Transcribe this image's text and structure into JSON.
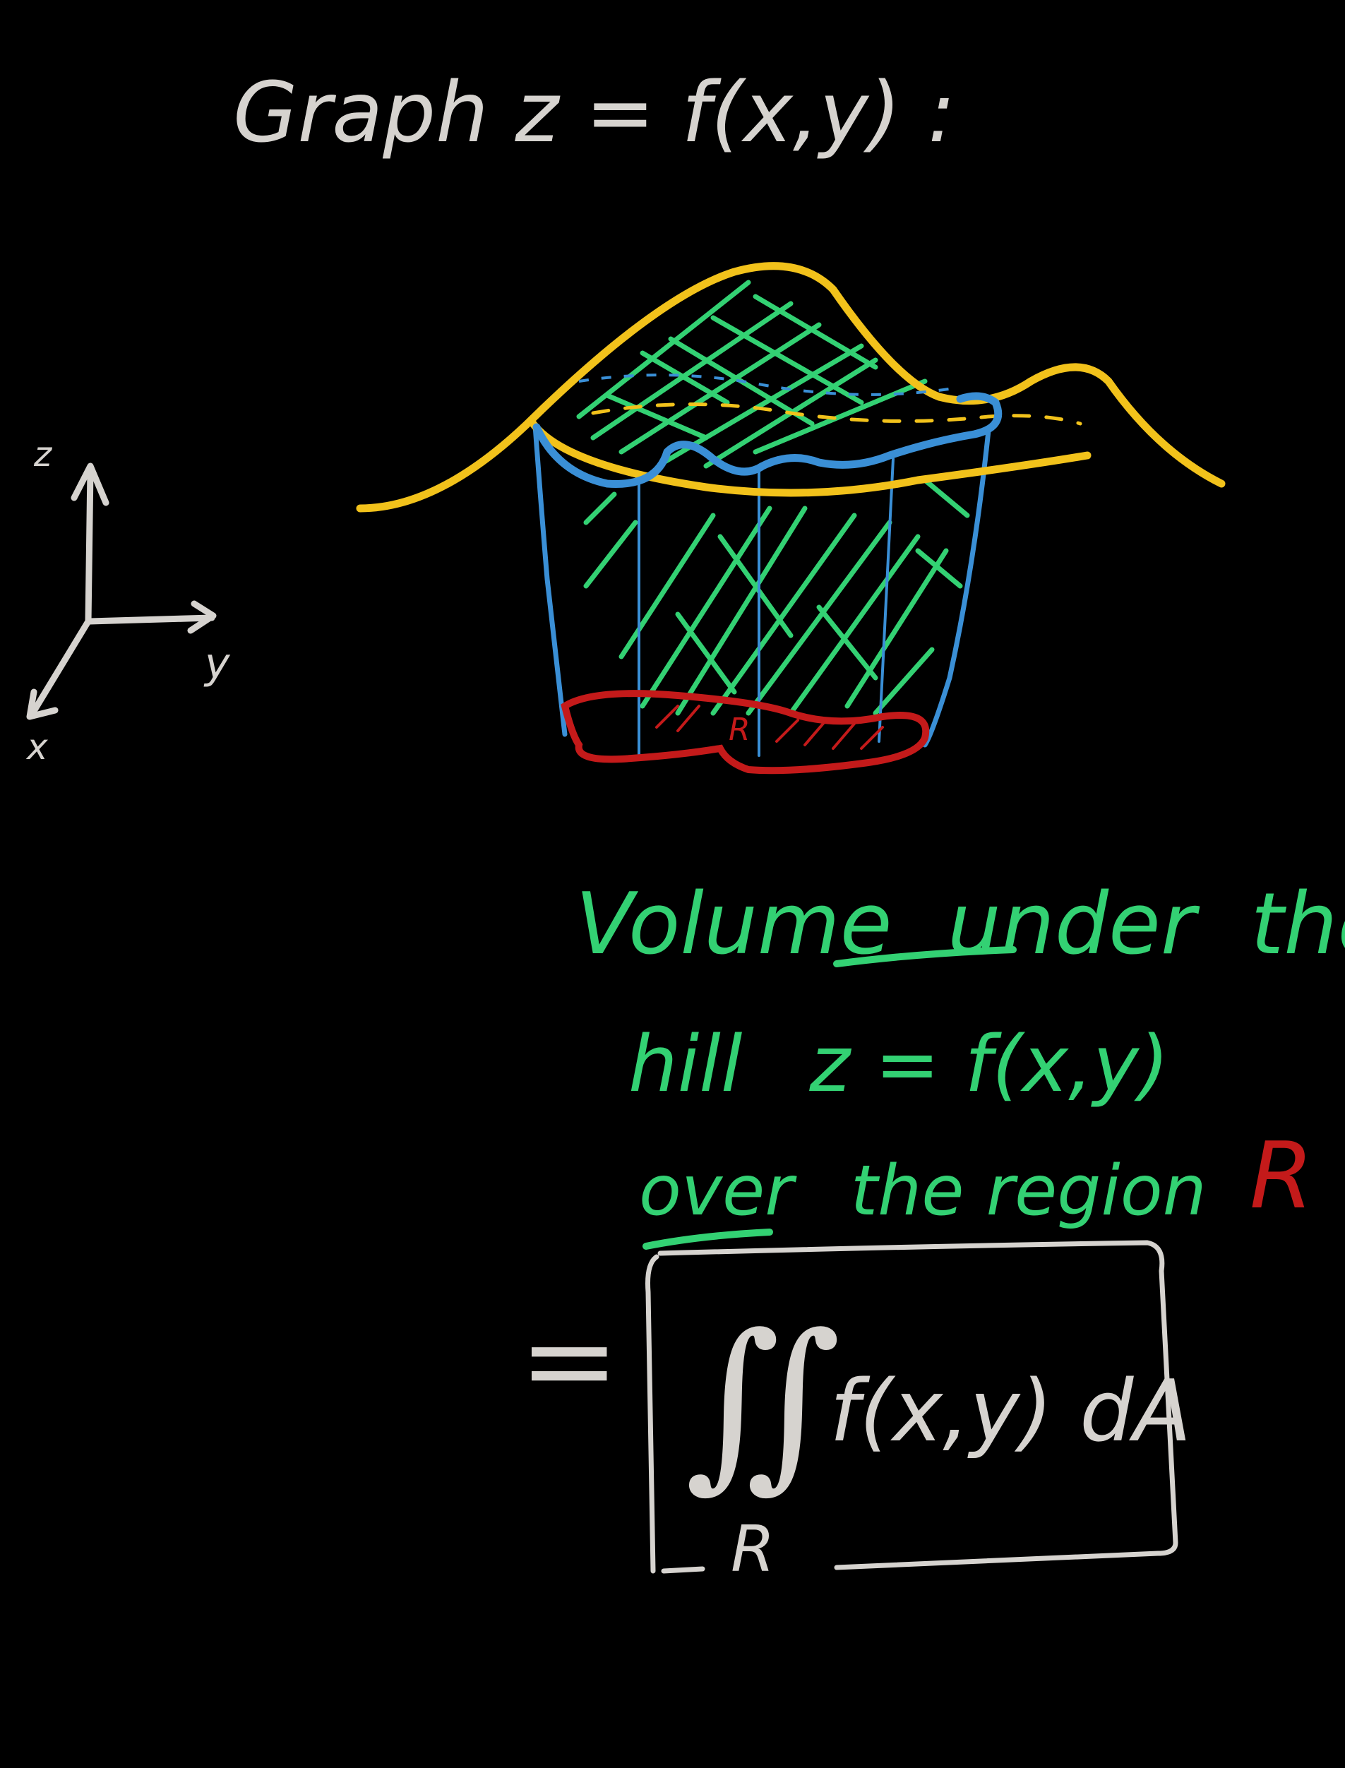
{
  "title": "Graph  z = f(x,y) :",
  "axes": {
    "z": "z",
    "x": "x",
    "y": "y"
  },
  "region_label": "R",
  "description": {
    "line1_a": "Volume",
    "line1_b": "under",
    "line1_c": "the",
    "line2_a": "hill",
    "line2_b": "z = f(x,y)",
    "line3_a": "over",
    "line3_b": "the region",
    "line3_c": "R"
  },
  "formula": {
    "equals": "=",
    "integral": "∬",
    "integrand": "f(x,y) dA",
    "subscript": "R"
  },
  "colors": {
    "background": "#000000",
    "chalk": "#d6d3cf",
    "surface": "#f2c21b",
    "boundary": "#3a8fd6",
    "hatch": "#33d173",
    "region": "#c41a1a"
  }
}
